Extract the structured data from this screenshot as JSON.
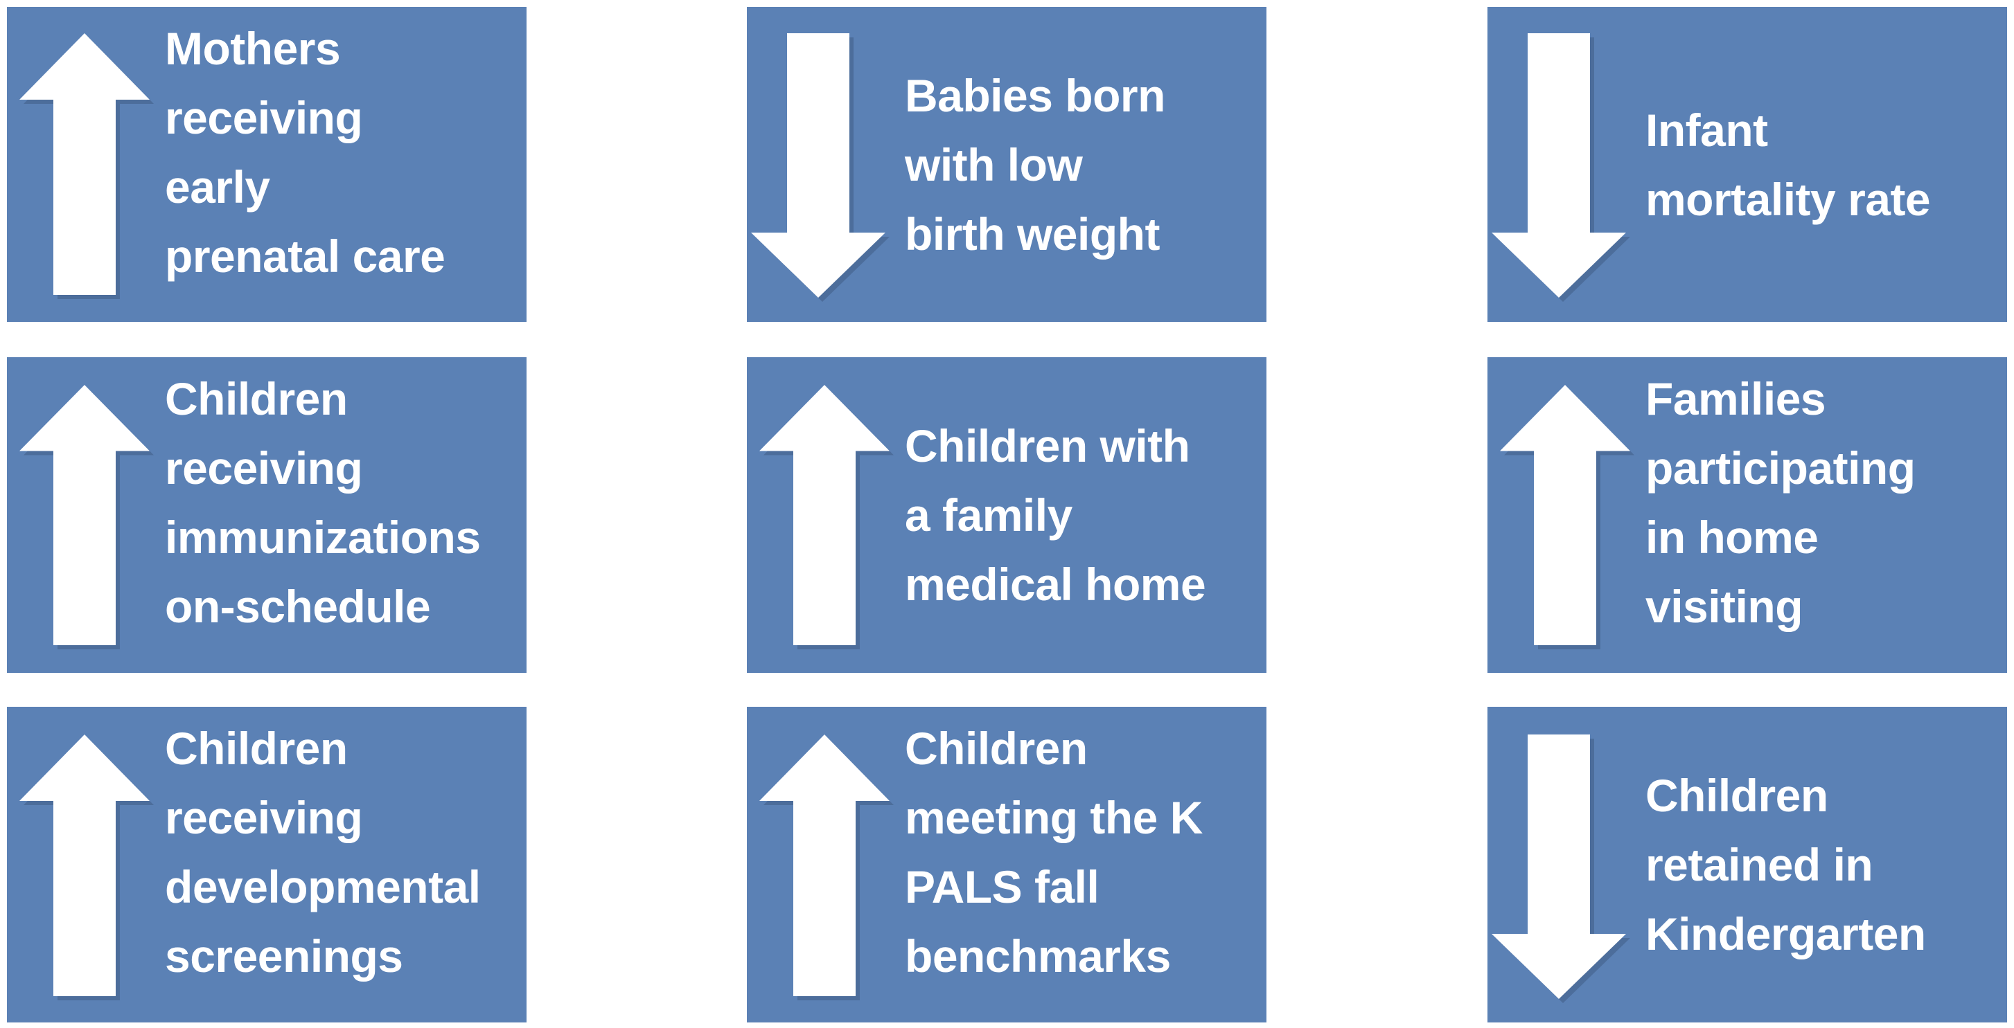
{
  "page": {
    "background_color": "#ffffff",
    "card_color": "#5b81b5",
    "text_color": "#ffffff",
    "arrow_color": "#ffffff",
    "shadow_color": "#3f5c85",
    "grid": {
      "rows": 3,
      "columns": 3
    }
  },
  "cards": [
    {
      "id": "prenatal-care",
      "arrow": "arrow-up-icon",
      "direction": "up",
      "label": "Mothers\nreceiving\nearly\nprenatal care",
      "lines": 4
    },
    {
      "id": "low-birth-weight",
      "arrow": "arrow-down-icon",
      "direction": "down",
      "label": "Babies born\nwith low\nbirth weight",
      "lines": 3
    },
    {
      "id": "infant-mortality",
      "arrow": "arrow-down-icon",
      "direction": "down",
      "label": "Infant\nmortality rate",
      "lines": 2
    },
    {
      "id": "immunizations",
      "arrow": "arrow-up-icon",
      "direction": "up",
      "label": "Children\nreceiving\nimmunizations\non-schedule",
      "lines": 4
    },
    {
      "id": "family-medical-home",
      "arrow": "arrow-up-icon",
      "direction": "up",
      "label": "Children with\na family\nmedical home",
      "lines": 3
    },
    {
      "id": "home-visiting",
      "arrow": "arrow-up-icon",
      "direction": "up",
      "label": "Families\nparticipating\nin home\nvisiting",
      "lines": 4
    },
    {
      "id": "developmental-screenings",
      "arrow": "arrow-up-icon",
      "direction": "up",
      "label": "Children\nreceiving\ndevelopmental\nscreenings",
      "lines": 4
    },
    {
      "id": "k-pals-benchmarks",
      "arrow": "arrow-up-icon",
      "direction": "up",
      "label": "Children\nmeeting the K\nPALS fall\nbenchmarks",
      "lines": 4
    },
    {
      "id": "kindergarten-retention",
      "arrow": "arrow-down-icon",
      "direction": "down",
      "label": "Children\nretained in\nKindergarten",
      "lines": 3
    }
  ]
}
